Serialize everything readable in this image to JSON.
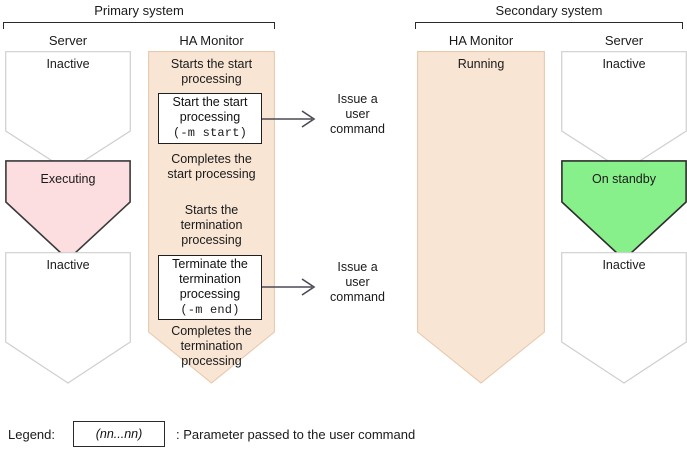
{
  "colors": {
    "ha_fill": "#f8e5d4",
    "ha_stroke": "#e8c9ad",
    "server_fill": "#ffffff",
    "server_stroke": "#cfcfcf",
    "executing_fill": "#fcdde0",
    "executing_stroke": "#3a3a3a",
    "standby_fill": "#88f08a",
    "standby_stroke": "#2d2d2d",
    "arrow": "#4a4a55",
    "text": "#1a1a1a"
  },
  "groups": [
    {
      "title": "Primary system"
    },
    {
      "title": "Secondary system"
    }
  ],
  "columns": {
    "primary_server": {
      "header": "Server"
    },
    "primary_ha": {
      "header": "HA Monitor"
    },
    "secondary_ha": {
      "header": "HA Monitor"
    },
    "secondary_server": {
      "header": "Server"
    }
  },
  "primary_server_states": [
    {
      "label": "Inactive",
      "state": "inactive"
    },
    {
      "label": "Executing",
      "state": "executing"
    },
    {
      "label": "Inactive",
      "state": "inactive"
    }
  ],
  "secondary_server_states": [
    {
      "label": "Inactive",
      "state": "inactive"
    },
    {
      "label": "On standby",
      "state": "standby"
    },
    {
      "label": "Inactive",
      "state": "inactive"
    }
  ],
  "secondary_ha_states": [
    {
      "label": "Running"
    }
  ],
  "primary_ha_steps": [
    {
      "line1": "Starts the start",
      "line2": "processing"
    },
    {
      "line1": "Completes the",
      "line2": "start processing"
    },
    {
      "line1": "Starts the",
      "line2": "termination",
      "line3": "processing"
    },
    {
      "line1": "Completes the",
      "line2": "termination",
      "line3": "processing"
    }
  ],
  "command_boxes": [
    {
      "line1": "Start the start",
      "line2": "processing",
      "param": "(-m start)"
    },
    {
      "line1": "Terminate the",
      "line2": "termination",
      "line3": "processing",
      "param": "(-m end)"
    }
  ],
  "callouts": [
    {
      "line1": "Issue a",
      "line2": "user",
      "line3": "command"
    },
    {
      "line1": "Issue a",
      "line2": "user",
      "line3": "command"
    }
  ],
  "legend": {
    "label": "Legend:",
    "sample": "(nn...nn)",
    "description": ": Parameter passed to the user command"
  }
}
